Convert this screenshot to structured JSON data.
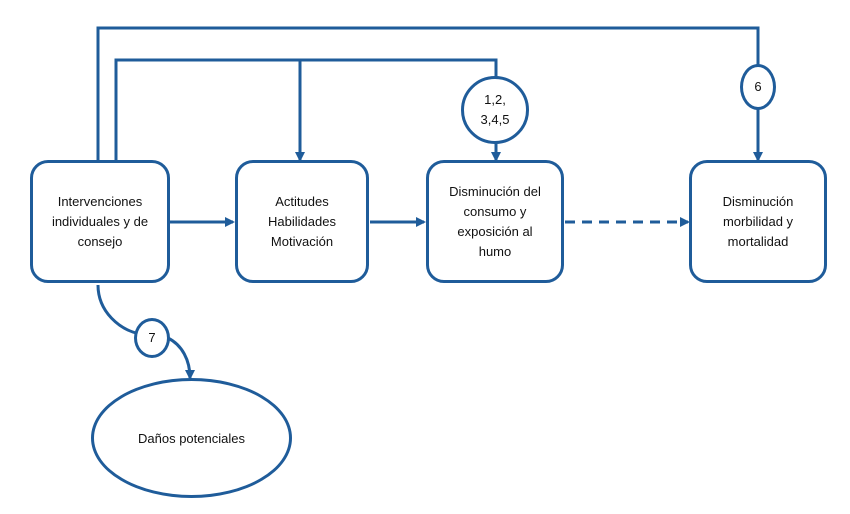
{
  "colors": {
    "stroke": "#1F5C9A",
    "text": "#111111",
    "background": "#ffffff"
  },
  "nodes": {
    "interventions": "Intervenciones\nindividuales y de\nconsejo",
    "attitudes": "Actitudes\nHabilidades\nMotivación",
    "consumption": "Disminución del\nconsumo y\nexposición al\nhumo",
    "morbidity": "Disminución\nmorbilidad y\nmortalidad",
    "harms": "Daños potenciales"
  },
  "markers": {
    "q1_5": "1,2,\n3,4,5",
    "q6": "6",
    "q7": "7"
  }
}
